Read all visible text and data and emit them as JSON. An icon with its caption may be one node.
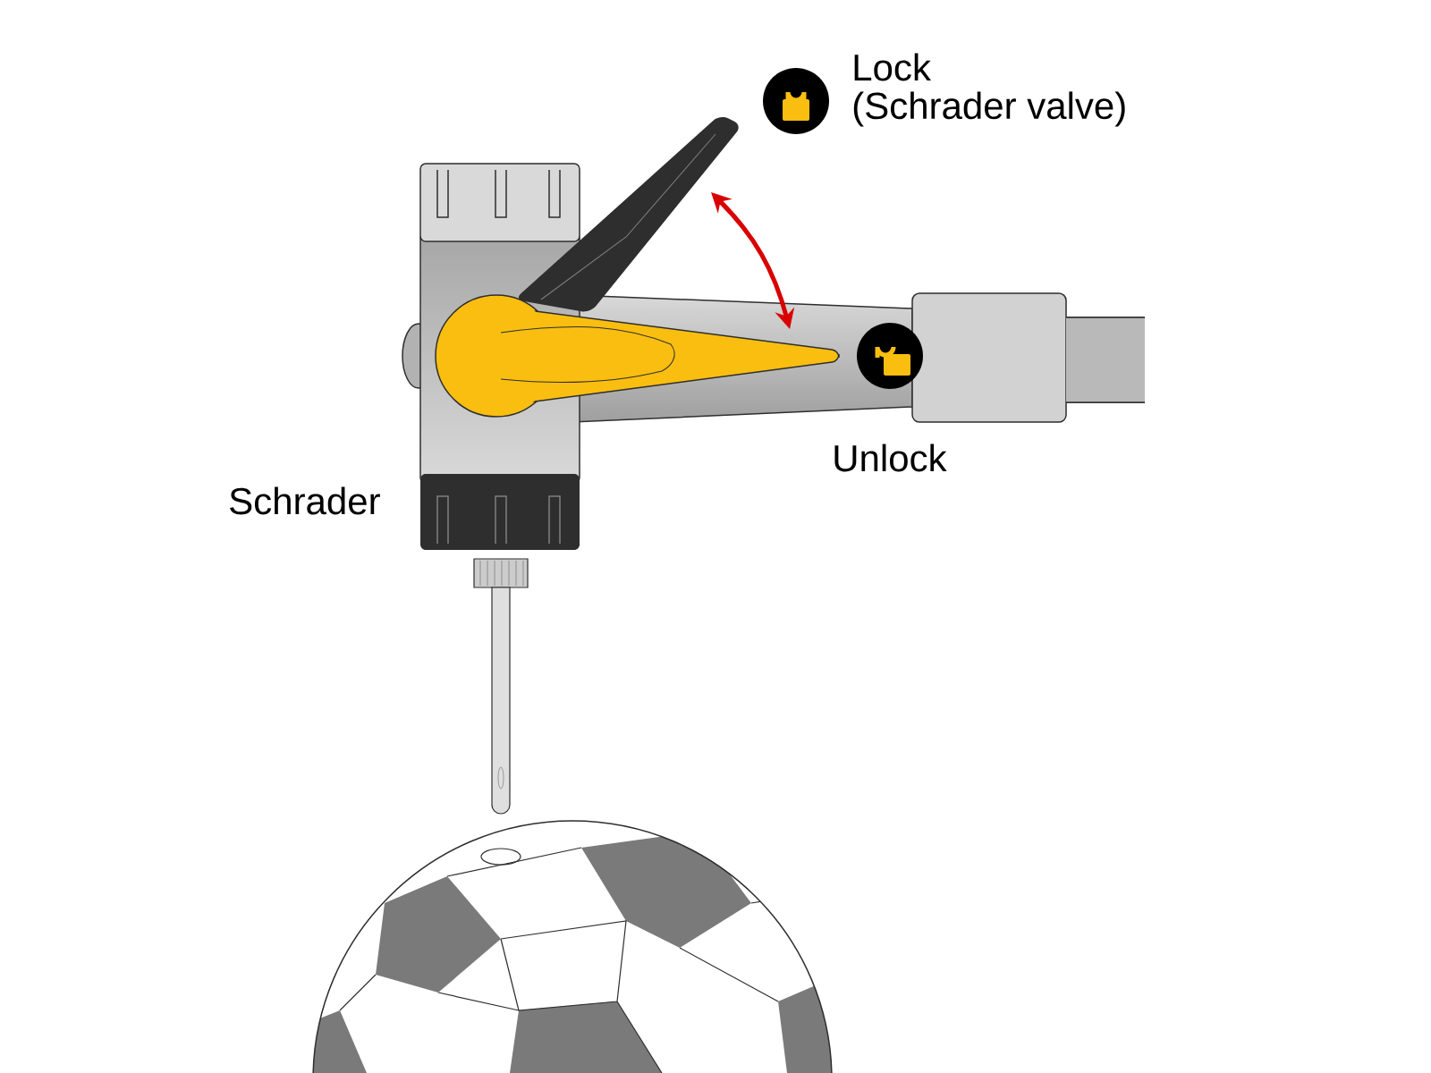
{
  "diagram": {
    "labels": [
      "Lock",
      "(Schrader valve)",
      "Unlock",
      "Schrader"
    ]
  }
}
